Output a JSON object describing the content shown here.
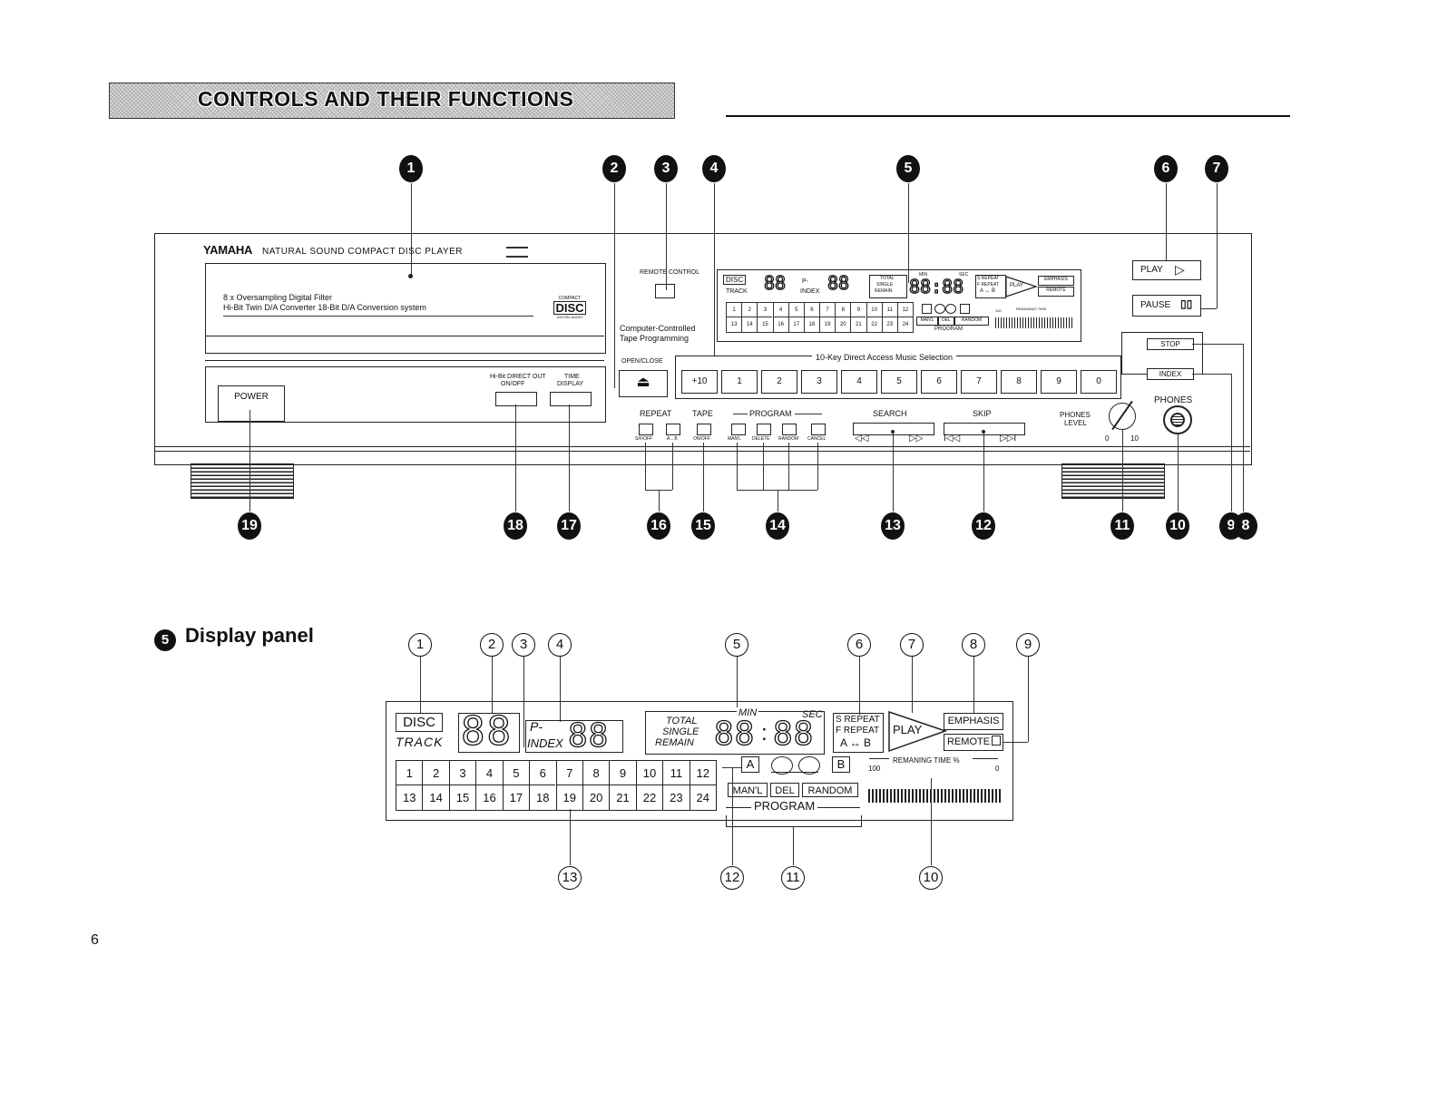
{
  "page": {
    "section_title": "CONTROLS AND THEIR FUNCTIONS",
    "page_number": "6",
    "display_panel_badge": "5",
    "display_panel_title": "Display panel"
  },
  "callouts_top": [
    "1",
    "2",
    "3",
    "4",
    "5",
    "6",
    "7"
  ],
  "callouts_bottom": [
    "19",
    "18",
    "17",
    "16",
    "15",
    "14",
    "13",
    "12",
    "11",
    "10",
    "9",
    "8"
  ],
  "callouts_display_top": [
    "1",
    "2",
    "3",
    "4",
    "5",
    "6",
    "7",
    "8",
    "9"
  ],
  "callouts_display_bottom": [
    "13",
    "12",
    "11",
    "10"
  ],
  "player": {
    "brand": "YAMAHA",
    "model_line": "NATURAL SOUND COMPACT DISC PLAYER",
    "spec_line1": "8 x Oversampling Digital Filter",
    "spec_line2": "Hi-Bit Twin D/A Converter    18-Bit D/A Conversion system",
    "cd_logo_top": "COMPACT",
    "cd_logo_mid": "DISC",
    "cd_logo_bottom": "DIGITAL AUDIO",
    "power": "POWER",
    "direct_out_label": "Hi-Bit DIRECT OUT",
    "direct_out_sub": "ON/OFF",
    "time_display_label": "TIME",
    "time_display_sub": "DISPLAY",
    "remote_control": "REMOTE CONTROL",
    "computer_tape1": "Computer-Controlled",
    "computer_tape2": "Tape Programming",
    "open_close": "OPEN/CLOSE",
    "eject_glyph": "⏏",
    "ten_key_label": "10-Key Direct Access Music Selection",
    "ten_keys": [
      "+10",
      "1",
      "2",
      "3",
      "4",
      "5",
      "6",
      "7",
      "8",
      "9",
      "0"
    ],
    "play": "PLAY",
    "play_glyph": "▷",
    "pause": "PAUSE",
    "pause_glyph": "▯▯",
    "stop": "STOP",
    "index": "INDEX",
    "phones": "PHONES",
    "phones_level1": "PHONES",
    "phones_level2": "LEVEL",
    "level_min": "0",
    "level_max": "10",
    "repeat": "REPEAT",
    "tape": "TAPE",
    "program": "PROGRAM",
    "search": "SEARCH",
    "skip": "SKIP",
    "search_back_glyph": "◁◁",
    "search_fwd_glyph": "▷▷",
    "skip_back_glyph": "I◁◁",
    "skip_fwd_glyph": "▷▷I",
    "small_btn_labels": [
      "S/F/OFF",
      "A↔B",
      "ON/OFF",
      "MAN'L",
      "DELETE",
      "RANDOM",
      "CANCEL"
    ],
    "mini_display": {
      "disc": "DISC",
      "track": "TRACK",
      "p": "P-",
      "index": "INDEX",
      "total": "TOTAL",
      "single": "SINGLE",
      "remain": "REMAIN",
      "min": "MIN",
      "sec": "SEC",
      "s_repeat": "S REPEAT",
      "f_repeat": "F REPEAT",
      "ab": "A ↔ B",
      "play": "PLAY",
      "emphasis": "EMPHASIS",
      "remote": "REMOTE",
      "manl": "MAN'L",
      "del": "DEL",
      "random": "RANDOM",
      "program": "PROGRAM",
      "remaining": "REMAINING TIME",
      "digits": "88",
      "time": "88:88",
      "pct": "100"
    }
  },
  "display": {
    "disc": "DISC",
    "track": "TRACK",
    "track_digits": "88",
    "p": "P-",
    "index": "INDEX",
    "index_digits": "88",
    "total": "TOTAL",
    "single": "SINGLE",
    "remain": "REMAIN",
    "min": "MIN",
    "sec": "SEC",
    "time_min": "88",
    "colon": ":",
    "time_sec": "88",
    "s_repeat": "S REPEAT",
    "f_repeat": "F REPEAT",
    "ab": "A ↔ B",
    "play": "PLAY",
    "emphasis": "EMPHASIS",
    "remote": "REMOTE",
    "a": "A",
    "b": "B",
    "manl": "MAN'L",
    "del": "DEL",
    "random": "RANDOM",
    "program": "PROGRAM",
    "remaining_time": "REMANING  TIME  %",
    "pct_100": "100",
    "pct_0": "0",
    "track_numbers_row1": [
      "1",
      "2",
      "3",
      "4",
      "5",
      "6",
      "7",
      "8",
      "9",
      "10",
      "11",
      "12"
    ],
    "track_numbers_row2": [
      "13",
      "14",
      "15",
      "16",
      "17",
      "18",
      "19",
      "20",
      "21",
      "22",
      "23",
      "24"
    ]
  }
}
